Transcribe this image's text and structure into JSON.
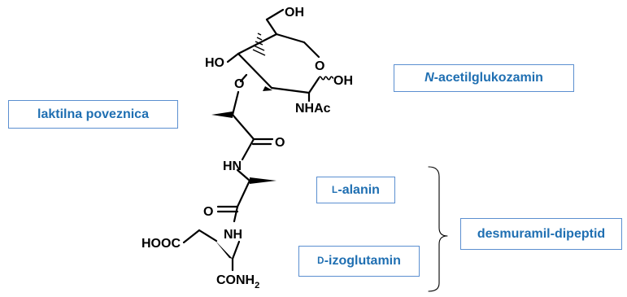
{
  "molecule": {
    "atoms": {
      "oh_top": "OH",
      "ho_left": "HO",
      "o_ether": "O",
      "o_ring": "O",
      "oh_anomeric": "OH",
      "nhac": "NHAc",
      "o_carbonyl_1": "O",
      "hn_amide": "HN",
      "o_carbonyl_2": "O",
      "nh_amide": "NH",
      "hooc": "HOOC",
      "conh_main": "CONH",
      "conh_sub": "2"
    }
  },
  "labels": {
    "acetylglucosamine_prefix": "N",
    "acetylglucosamine_rest": "-acetilglukozamin",
    "lactyl_linker": "laktilna poveznica",
    "alanine_prefix": "L",
    "alanine_rest": "-alanin",
    "isoglutamine_prefix": "D",
    "isoglutamine_rest": "-izoglutamin",
    "dipeptide": "desmuramil-dipeptid"
  },
  "colors": {
    "label_text": "#1f6fb2",
    "label_border": "#5b8fd0",
    "bond": "#000000"
  }
}
